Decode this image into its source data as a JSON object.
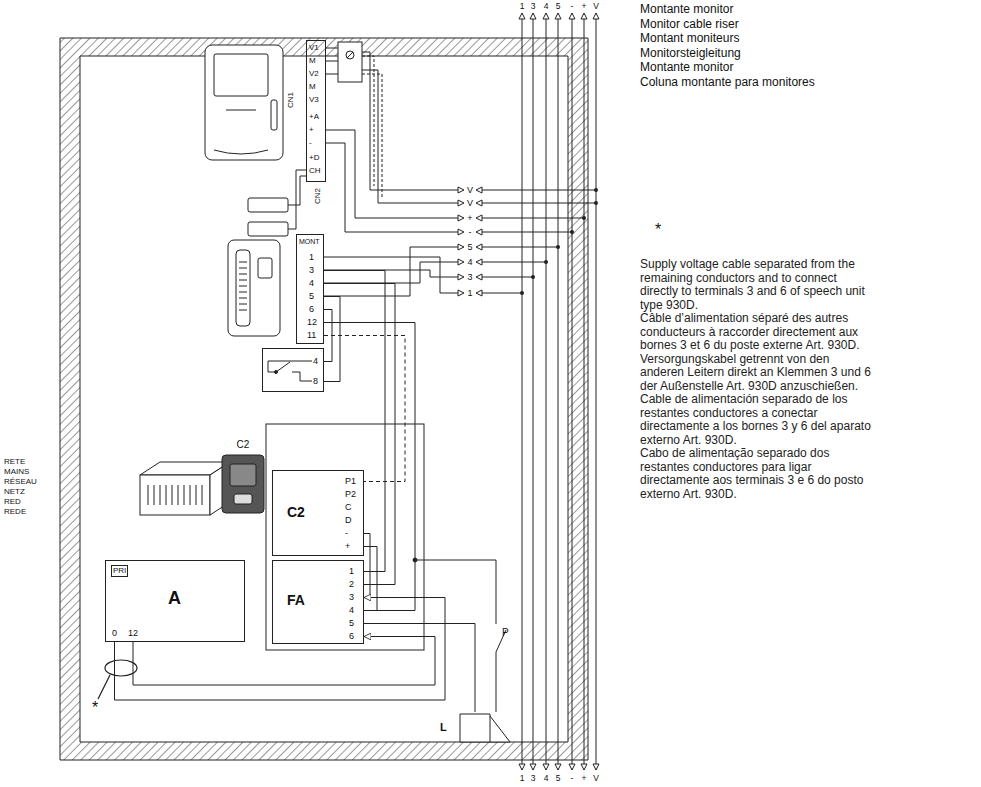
{
  "diagram": {
    "nodes": [
      {
        "text": [
          "V1",
          "M",
          "V2",
          "M",
          "V3",
          "+A",
          "+",
          "-",
          "+D",
          "CH"
        ]
      },
      {
        "text": [
          "MONT",
          "1",
          "3",
          "4",
          "5",
          "6",
          "12",
          "11"
        ]
      },
      {
        "text": [
          "4",
          "8"
        ]
      },
      {
        "text": [
          "C2",
          "P1",
          "P2",
          "C",
          "D",
          "-",
          "+"
        ]
      },
      {
        "text": [
          "FA",
          "1",
          "2",
          "3",
          "4",
          "5",
          "6"
        ]
      },
      {
        "text": [
          "A",
          "PRI",
          "0",
          "12"
        ]
      },
      {
        "text": [
          "L"
        ]
      }
    ],
    "edges": [
      {
        "from": 1,
        "to": 4,
        "arrow": "none"
      },
      {
        "from": 1,
        "to": 4,
        "arrow": "none"
      },
      {
        "from": 1,
        "to": 4,
        "arrow": "none"
      },
      {
        "from": 1,
        "to": 3,
        "arrow": "none"
      },
      {
        "from": 3,
        "to": 4,
        "arrow": "none"
      },
      {
        "from": 3,
        "to": 4,
        "arrow": "none"
      },
      {
        "from": 5,
        "to": 4,
        "arrow": "to"
      },
      {
        "from": 5,
        "to": 4,
        "arrow": "to"
      },
      {
        "from": 4,
        "to": 6,
        "arrow": "none"
      },
      {
        "from": 2,
        "to": 1,
        "arrow": "none"
      },
      {
        "from": 2,
        "to": 1,
        "arrow": "none"
      }
    ],
    "labels": [
      "Montante monitor",
      "Monitor cable riser",
      "Montant moniteurs",
      "Monitorsteigleitung",
      "Montante monitor",
      "Coluna montante para monitores",
      "1",
      "3",
      "4",
      "5",
      "-",
      "+",
      "V",
      "1",
      "3",
      "4",
      "5",
      "-",
      "+",
      "V",
      "V",
      "V",
      "+",
      "-",
      "5",
      "4",
      "3",
      "1",
      "CN1",
      "CN2",
      "C2",
      "RETE",
      "MAINS",
      "RÉSEAU",
      "NETZ",
      "RED",
      "REDE",
      "P",
      "*",
      "*",
      "Supply voltage cable separated from the remaining conductors and to connect directly to terminals 3 and 6 of speech unit type 930D.",
      "Câble d’alimentation séparé des autres conducteurs à raccorder directement aux bornes 3 et 6 du poste externe Art. 930D.",
      "Versorgungskabel getrennt von den anderen Leitern direkt an Klemmen 3 und 6 der Außenstelle Art. 930D anzuschießen.",
      "Cable de alimentación separado de los restantes conductores a conectar directamente a los bornes 3 y 6 del aparato externo Art. 930D.",
      "Cabo de alimentação separado dos restantes conductores para ligar directamente aos terminais 3 e 6 do posto externo Art. 930D."
    ]
  }
}
